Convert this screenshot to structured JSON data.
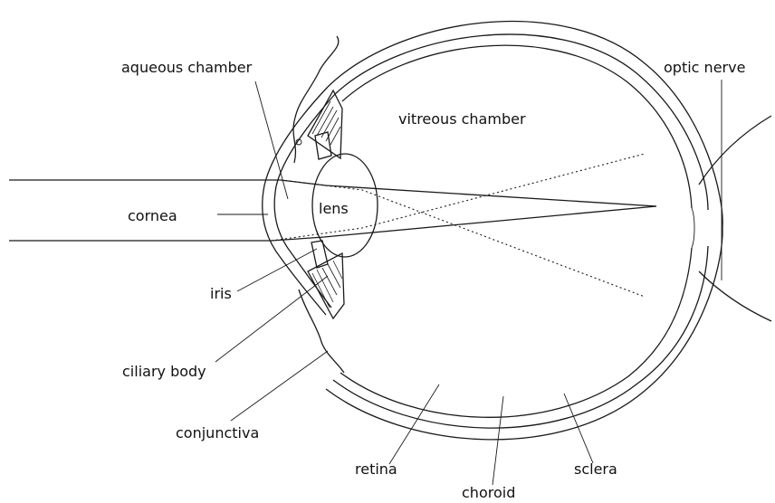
{
  "labels": {
    "aqueous_chamber": "aqueous chamber",
    "vitreous_chamber": "vitreous chamber",
    "optic_nerve": "optic nerve",
    "cornea": "cornea",
    "lens": "lens",
    "iris": "iris",
    "ciliary_body": "ciliary body",
    "conjunctiva": "conjunctiva",
    "retina": "retina",
    "choroid": "choroid",
    "sclera": "sclera"
  },
  "colors": {
    "line": "#1a1a1a",
    "text": "#111111",
    "background": "#ffffff"
  }
}
